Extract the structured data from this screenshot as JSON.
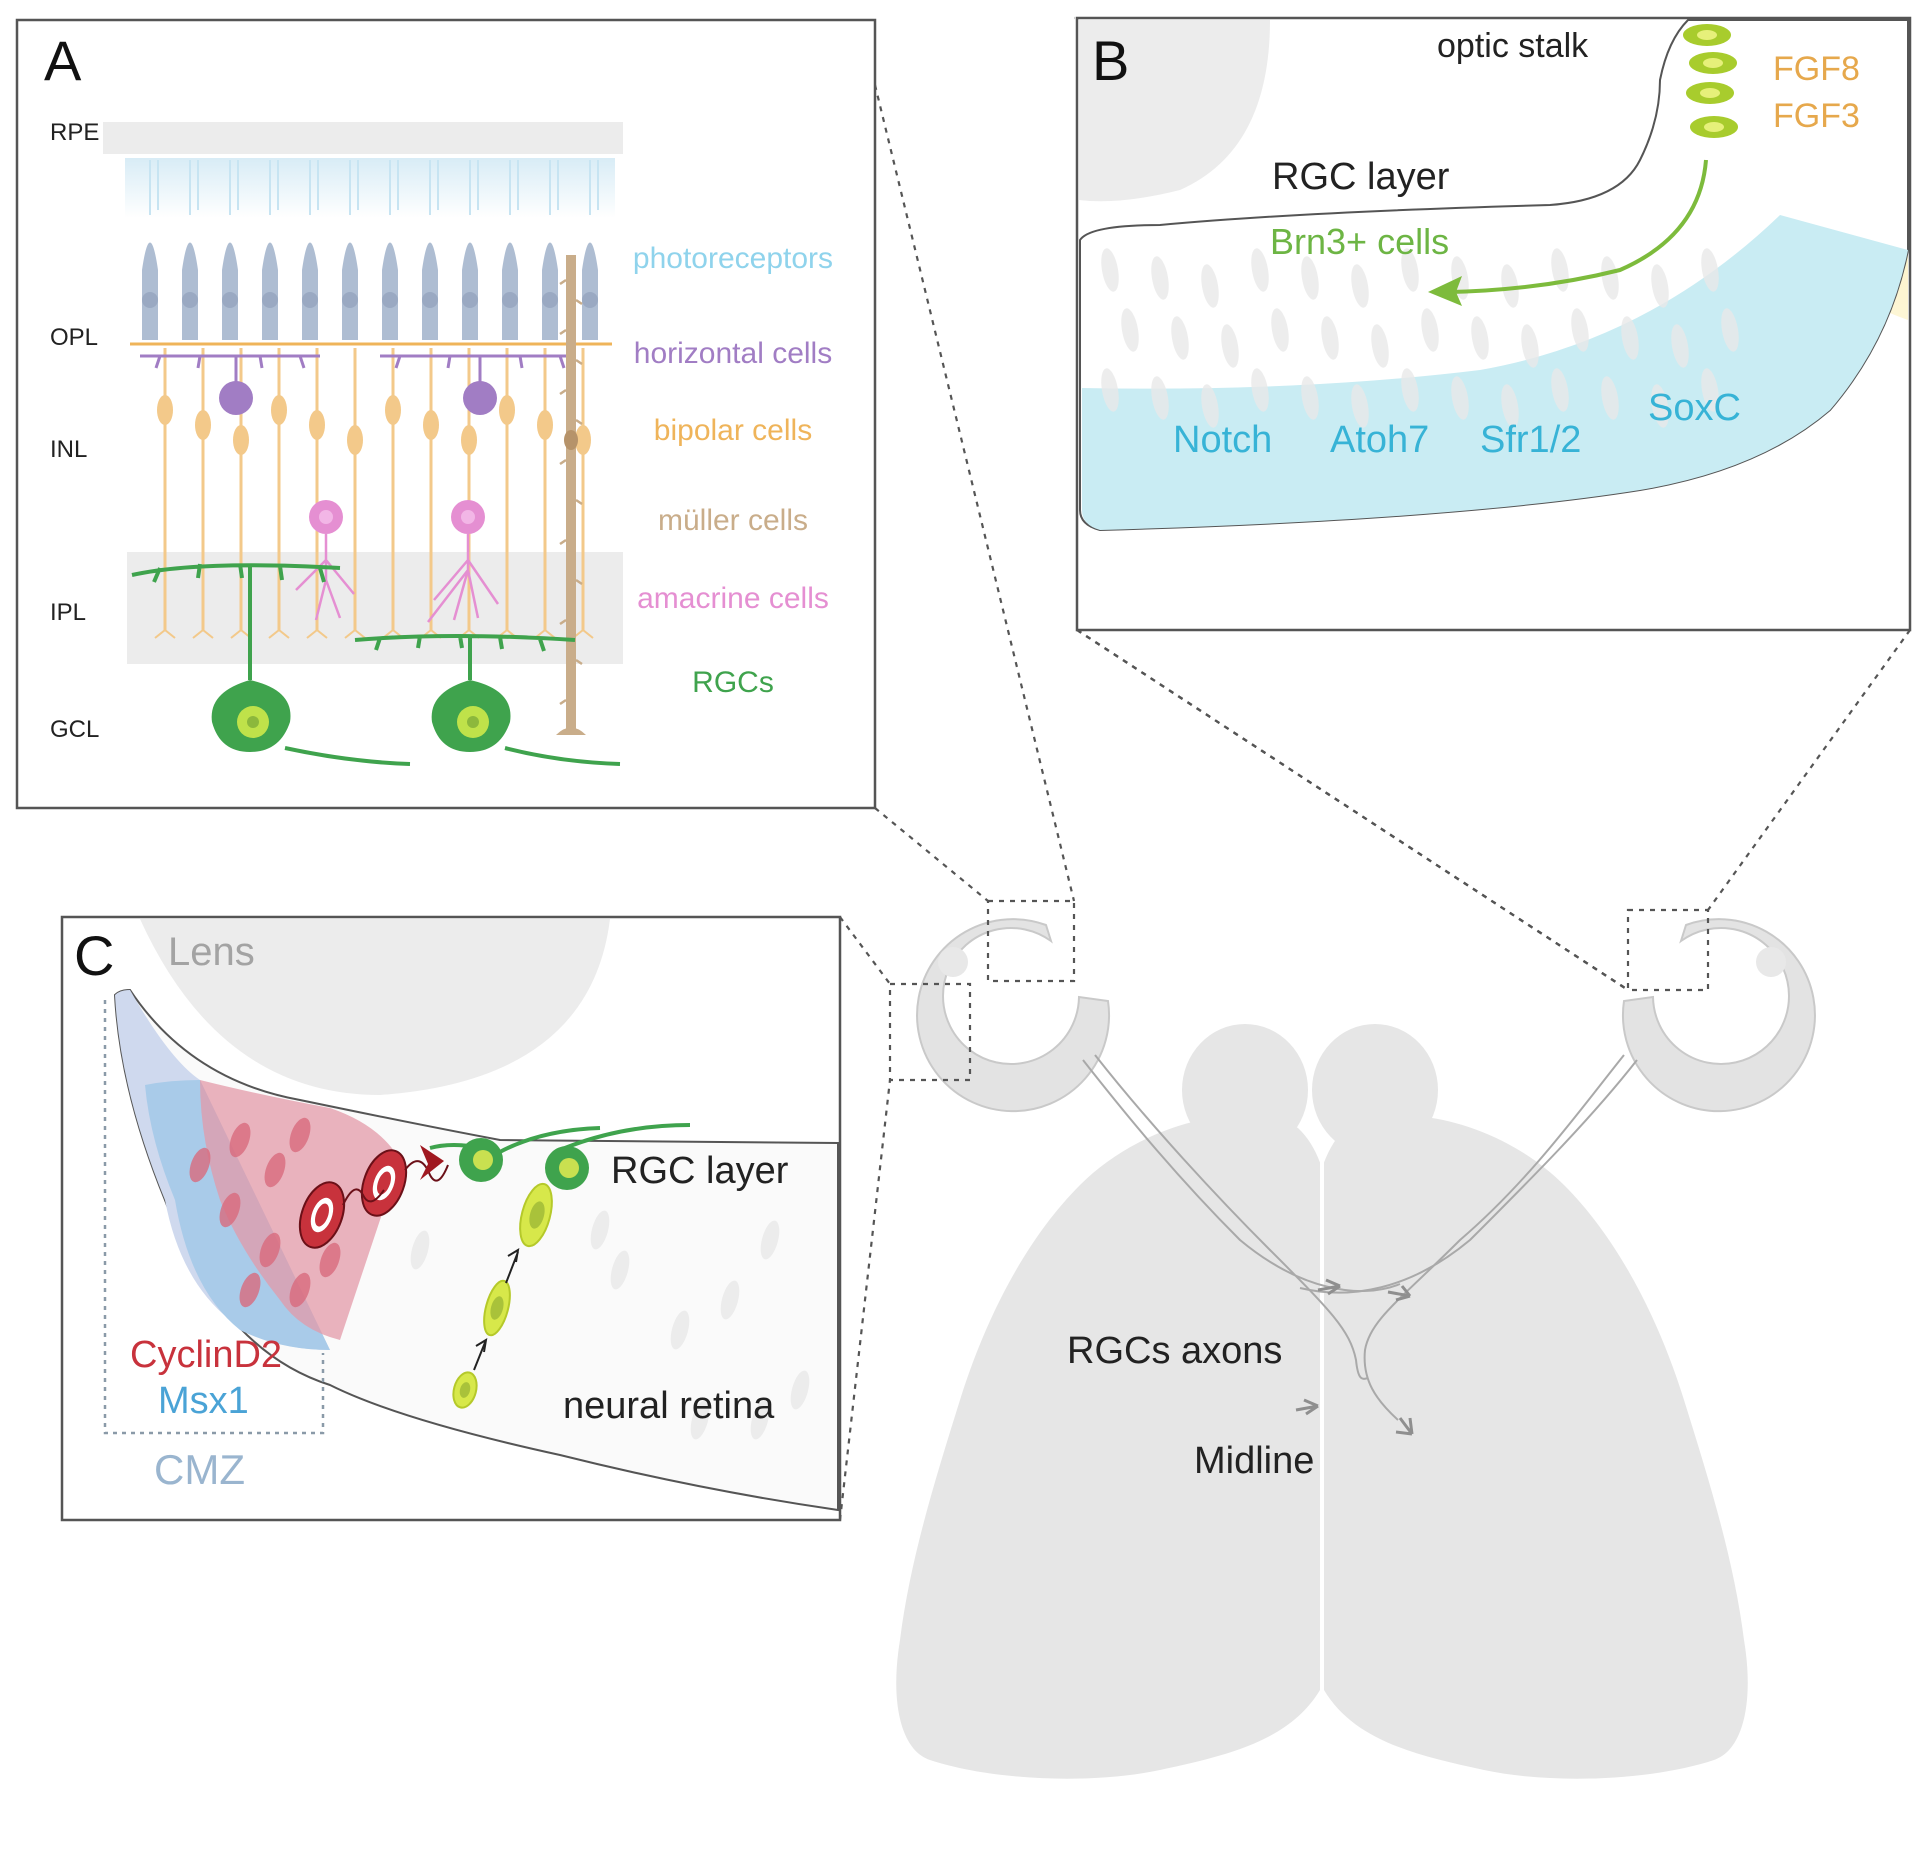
{
  "panels": {
    "A": {
      "letter": "A",
      "layers": [
        "RPE",
        "OPL",
        "INL",
        "IPL",
        "GCL"
      ],
      "cell_types": [
        {
          "label": "photoreceptors",
          "color": "#8fd3ec"
        },
        {
          "label": "horizontal cells",
          "color": "#a17dc4"
        },
        {
          "label": "bipolar cells",
          "color": "#efb45a"
        },
        {
          "label": "müller cells",
          "color": "#c9ad8a"
        },
        {
          "label": "amacrine cells",
          "color": "#e58fd2"
        },
        {
          "label": "RGCs",
          "color": "#3fa34d"
        }
      ]
    },
    "B": {
      "letter": "B",
      "optic_stalk": "optic stalk",
      "fgf8": "FGF8",
      "fgf3": "FGF3",
      "rgc_layer": "RGC layer",
      "brn3": "Brn3+ cells",
      "genes": [
        "Notch",
        "Atoh7",
        "Sfr1/2",
        "SoxC"
      ]
    },
    "C": {
      "letter": "C",
      "lens": "Lens",
      "rgc_layer": "RGC layer",
      "neural_retina": "neural retina",
      "cyclind2": "CyclinD2",
      "msx1": "Msx1",
      "cmz": "CMZ"
    },
    "brain": {
      "axons": "RGCs axons",
      "midline": "Midline"
    }
  },
  "colors": {
    "rgc_green": "#3fa34d",
    "fgf_orange": "#e6a84c",
    "brn3_green": "#6db544",
    "gene_cyan": "#37b3d6",
    "cyclin_red": "#c8323c",
    "msx_blue": "#4aa3d6",
    "cmz_blue": "#9ab5cf",
    "lens_gray": "#a3a3a3",
    "tissue_gray": "#e6e6e6"
  }
}
